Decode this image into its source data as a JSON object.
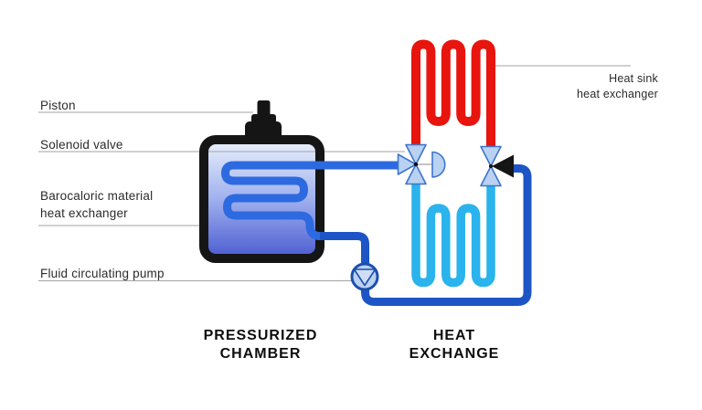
{
  "labels": {
    "piston": "Piston",
    "solenoid_valve": "Solenoid valve",
    "barocaloric_1": "Barocaloric material",
    "barocaloric_2": "heat exchanger",
    "fluid_pump": "Fluid circulating pump",
    "heat_sink_1": "Heat sink",
    "heat_sink_2": "heat exchanger"
  },
  "captions": {
    "chamber_1": "PRESSURIZED",
    "chamber_2": "CHAMBER",
    "exchange_1": "HEAT",
    "exchange_2": "EXCHANGE"
  },
  "symbols": {
    "piston": "piston-icon",
    "chamber": "pressurized-chamber-icon",
    "internal_coil": "barocaloric-coil-icon",
    "left_valve": "three-way-solenoid-valve-icon",
    "right_valve": "solenoid-check-valve-icon",
    "hot_coil": "heat-sink-coil-icon",
    "cold_coil": "heat-exchange-coil-icon",
    "pump": "circulating-pump-icon"
  },
  "colors": {
    "hot_coil": "#e8140e",
    "cold_coil": "#2ab3ec",
    "pipe_primary": "#2d6ae0",
    "pipe_loop": "#1e55c6",
    "valve_fill": "#b9d2f2",
    "valve_stroke": "#3d74cc",
    "pump_stroke": "#1d4fae",
    "chamber_border": "#151515",
    "chamber_top": "#e7eefb",
    "chamber_mid": "#9fb0ee",
    "chamber_bottom": "#4d5ed2",
    "leader_line": "#a3a3a3",
    "label_text": "#2b2b2b",
    "caption_text": "#0d0d0d"
  }
}
